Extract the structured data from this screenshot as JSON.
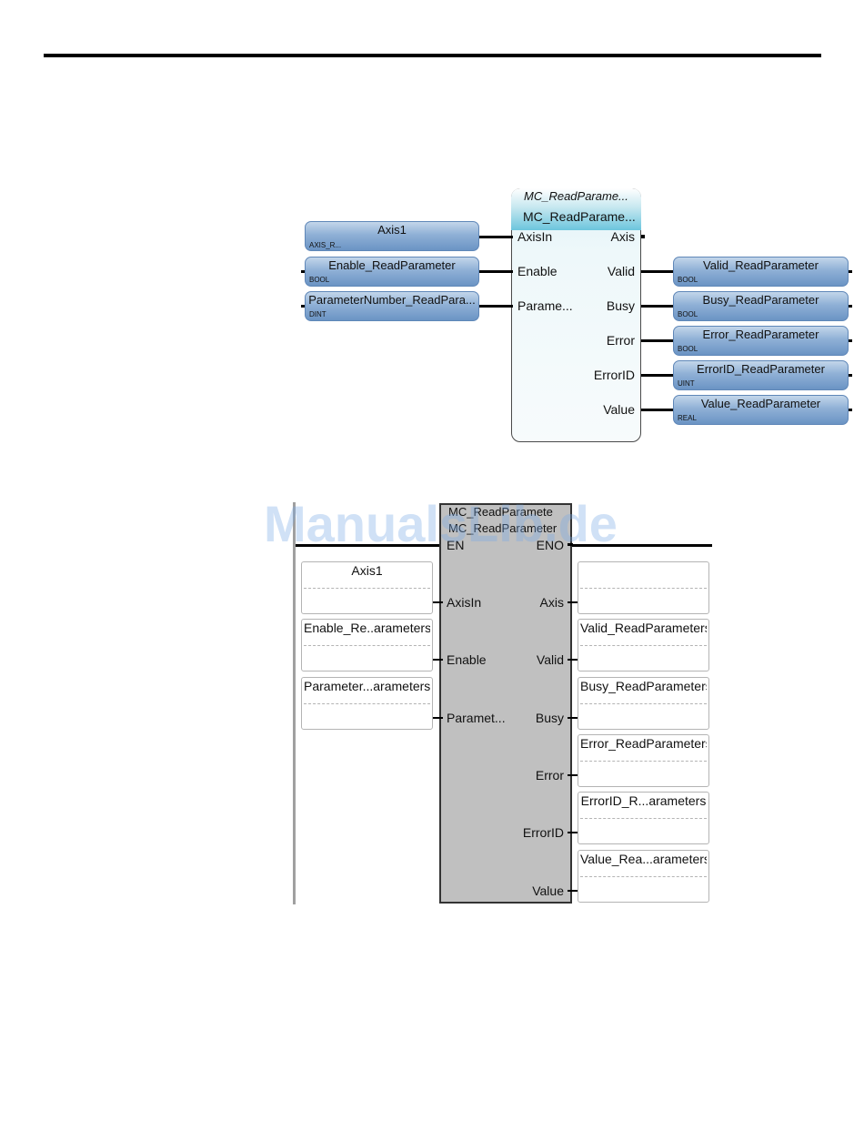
{
  "fbd": {
    "block_type": "MC_ReadParame...",
    "instance": "MC_ReadParame...",
    "inputs": [
      {
        "pin": "AxisIn",
        "var": "Axis1",
        "type": "AXIS_R..."
      },
      {
        "pin": "Enable",
        "var": "Enable_ReadParameter",
        "type": "BOOL"
      },
      {
        "pin": "Parame...",
        "var": "ParameterNumber_ReadPara...",
        "type": "DINT"
      }
    ],
    "outputs": [
      {
        "pin": "Axis",
        "var": "",
        "type": ""
      },
      {
        "pin": "Valid",
        "var": "Valid_ReadParameter",
        "type": "BOOL"
      },
      {
        "pin": "Busy",
        "var": "Busy_ReadParameter",
        "type": "BOOL"
      },
      {
        "pin": "Error",
        "var": "Error_ReadParameter",
        "type": "BOOL"
      },
      {
        "pin": "ErrorID",
        "var": "ErrorID_ReadParameter",
        "type": "UINT"
      },
      {
        "pin": "Value",
        "var": "Value_ReadParameter",
        "type": "REAL"
      }
    ]
  },
  "ladder": {
    "header_line1": "MC_ReadParamete",
    "header_line2": "MC_ReadParameter",
    "en": "EN",
    "eno": "ENO",
    "inputs": [
      {
        "pin": "AxisIn",
        "var": "Axis1"
      },
      {
        "pin": "Enable",
        "var": "Enable_Re..arameters"
      },
      {
        "pin": "Paramet...",
        "var": "Parameter...arameters"
      }
    ],
    "outputs": [
      {
        "pin": "Axis",
        "var": ""
      },
      {
        "pin": "Valid",
        "var": "Valid_ReadParameters"
      },
      {
        "pin": "Busy",
        "var": "Busy_ReadParameters"
      },
      {
        "pin": "Error",
        "var": "Error_ReadParameters"
      },
      {
        "pin": "ErrorID",
        "var": "ErrorID_R...arameters"
      },
      {
        "pin": "Value",
        "var": "Value_Rea...arameters"
      }
    ]
  },
  "watermark": "ManualsLib.de"
}
